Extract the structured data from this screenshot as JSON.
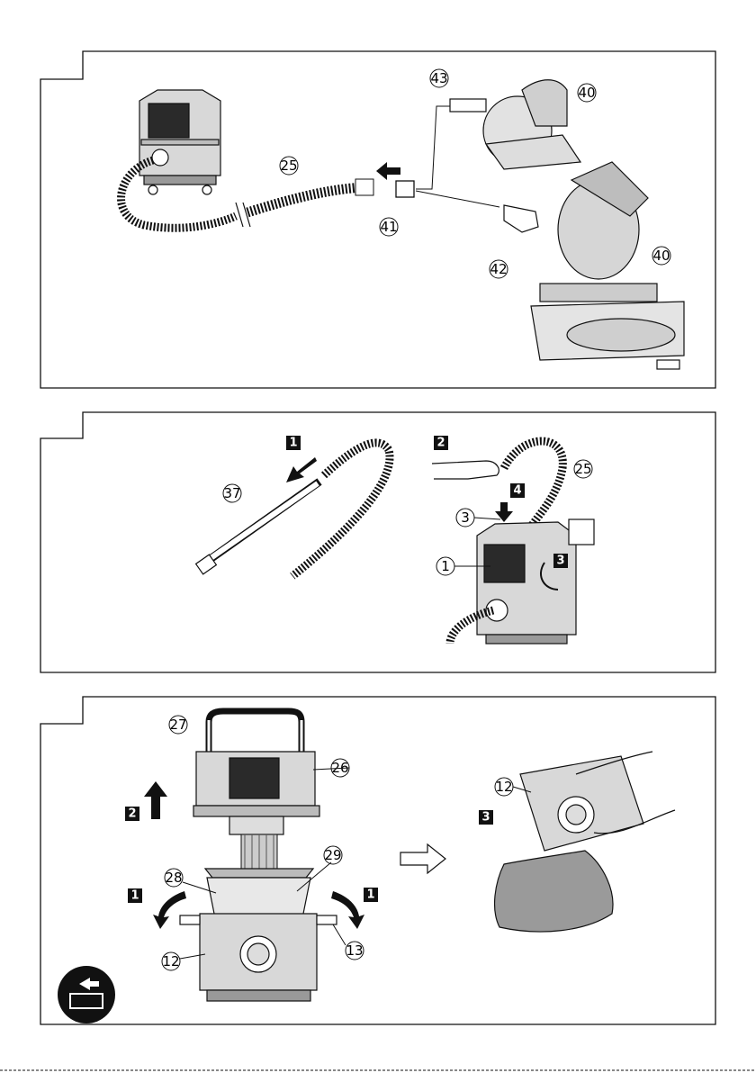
{
  "figure1": {
    "callouts": {
      "vacuum_hose": "25",
      "adapter": "41",
      "dust_port_adapter": "42",
      "circular_saw_port": "43",
      "saw_top": "40",
      "miter_saw": "40"
    }
  },
  "figure2": {
    "callouts": {
      "extension_pipe": "37",
      "power_switch": "1",
      "switch_knob": "3",
      "hose": "25"
    },
    "steps": {
      "attach": "1",
      "hold": "2",
      "rotate": "3",
      "press": "4"
    }
  },
  "figure3": {
    "callouts": {
      "handle": "27",
      "motor_head": "26",
      "filter_bag_top": "29",
      "filter_bag": "28",
      "tank": "12",
      "latch": "13",
      "tank_right": "12"
    },
    "steps": {
      "unlatch_left": "1",
      "unlatch_right": "1",
      "lift": "2",
      "empty": "3"
    }
  },
  "colors": {
    "line": "#111111",
    "shade": "#bcbcbc",
    "dark": "#2a2a2a"
  }
}
